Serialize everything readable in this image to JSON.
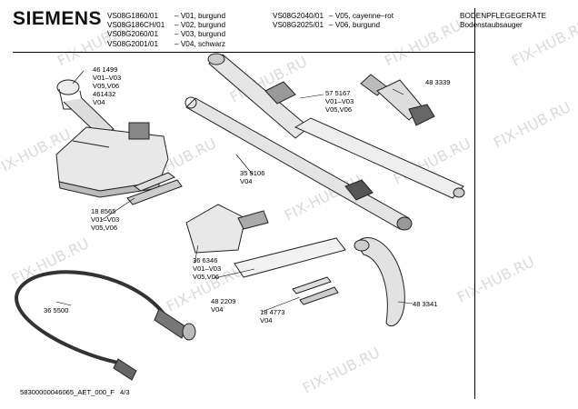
{
  "header": {
    "brand": "SIEMENS",
    "models_col1": [
      "VS08G1860/01",
      "VS08G186CH/01",
      "VS08G2060/01",
      "VS08G2001/01"
    ],
    "variants_col1": [
      "– V01, burgund",
      "– V02, burgund",
      "– V03, burgund",
      "– V04, schwarz"
    ],
    "models_col2": [
      "VS08G2040/01",
      "VS08G2025/01"
    ],
    "variants_col2": [
      "– V05, cayenne–rot",
      "– V06, burgund"
    ],
    "category": [
      "BODENPFLEGEGERÄTE",
      "Bodenstaubsauger"
    ]
  },
  "parts": {
    "floor_nozzle": [
      "46 1499",
      "V01–V03",
      "V05,V06",
      "461432",
      "V04"
    ],
    "telescopic_tube": [
      "57 5167",
      "V01–V03",
      "V05,V06"
    ],
    "tube_v04": [
      "35 9106",
      "V04"
    ],
    "crevice_nozzle": [
      "48 3339"
    ],
    "blade_strips": [
      "18 8565",
      "V01–V03",
      "V05,V06"
    ],
    "upholstery_nozzle": [
      "36 6346",
      "V01–V03",
      "V05,V06"
    ],
    "hose": [
      "36 5500"
    ],
    "filter_sheet": [
      "48 2209",
      "V04"
    ],
    "strip_pair": [
      "18 4773",
      "V04"
    ],
    "handle": [
      "48 3341"
    ]
  },
  "footer": {
    "doc_number": "58300000046065_AET_000_F",
    "page": "4/3"
  },
  "watermark": "FIX-HUB.RU"
}
